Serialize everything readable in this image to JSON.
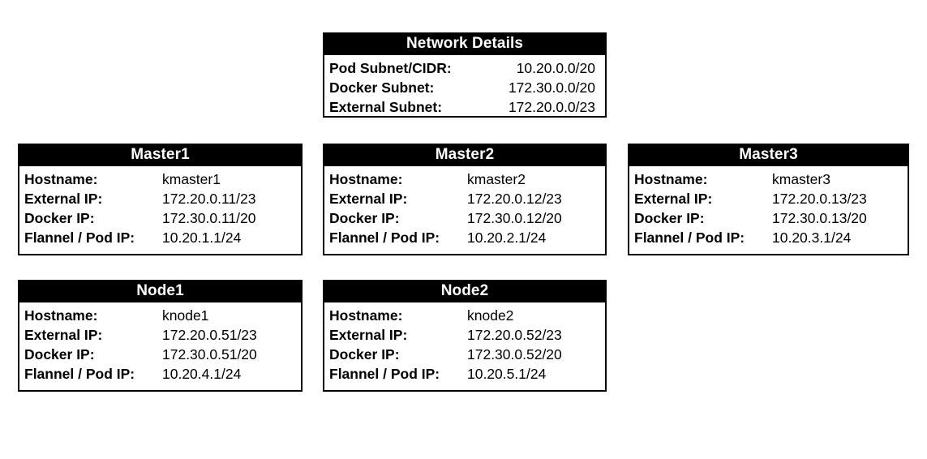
{
  "page": {
    "background_color": "#ffffff",
    "header_background_color": "#000000",
    "header_text_color": "#ffffff",
    "body_text_color": "#000000"
  },
  "network_details": {
    "title": "Network Details",
    "rows": [
      {
        "label": "Pod Subnet/CIDR:",
        "value": "10.20.0.0/20"
      },
      {
        "label": "Docker Subnet:",
        "value": "172.30.0.0/20"
      },
      {
        "label": "External Subnet:",
        "value": "172.20.0.0/23"
      }
    ]
  },
  "nodes": [
    {
      "title": "Master1",
      "rows": [
        {
          "label": "Hostname:",
          "value": "kmaster1"
        },
        {
          "label": "External IP:",
          "value": "172.20.0.11/23"
        },
        {
          "label": "Docker IP:",
          "value": "172.30.0.11/20"
        },
        {
          "label": "Flannel / Pod IP:",
          "value": "10.20.1.1/24"
        }
      ]
    },
    {
      "title": "Master2",
      "rows": [
        {
          "label": "Hostname:",
          "value": "kmaster2"
        },
        {
          "label": "External IP:",
          "value": "172.20.0.12/23"
        },
        {
          "label": "Docker IP:",
          "value": "172.30.0.12/20"
        },
        {
          "label": "Flannel / Pod IP:",
          "value": "10.20.2.1/24"
        }
      ]
    },
    {
      "title": "Master3",
      "rows": [
        {
          "label": "Hostname:",
          "value": "kmaster3"
        },
        {
          "label": "External IP:",
          "value": "172.20.0.13/23"
        },
        {
          "label": "Docker IP:",
          "value": "172.30.0.13/20"
        },
        {
          "label": "Flannel / Pod IP:",
          "value": "10.20.3.1/24"
        }
      ]
    },
    {
      "title": "Node1",
      "rows": [
        {
          "label": "Hostname:",
          "value": "knode1"
        },
        {
          "label": "External IP:",
          "value": "172.20.0.51/23"
        },
        {
          "label": "Docker IP:",
          "value": "172.30.0.51/20"
        },
        {
          "label": "Flannel / Pod IP:",
          "value": "10.20.4.1/24"
        }
      ]
    },
    {
      "title": "Node2",
      "rows": [
        {
          "label": "Hostname:",
          "value": "knode2"
        },
        {
          "label": "External IP:",
          "value": "172.20.0.52/23"
        },
        {
          "label": "Docker IP:",
          "value": "172.30.0.52/20"
        },
        {
          "label": "Flannel / Pod IP:",
          "value": "10.20.5.1/24"
        }
      ]
    }
  ]
}
